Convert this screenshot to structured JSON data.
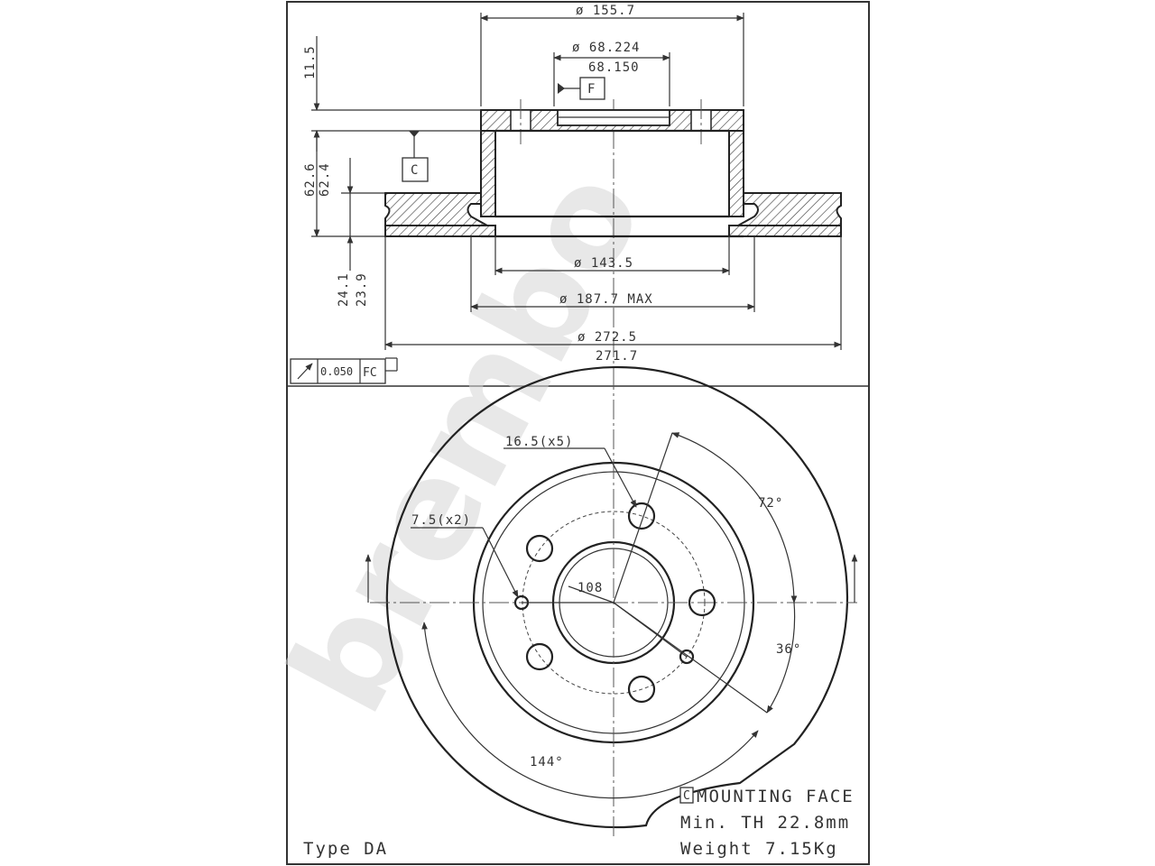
{
  "watermark": "brembo",
  "type_label": "Type DA",
  "dimensions": {
    "d_outer_hub": "ø 155.7",
    "d_center_max": "ø 68.224",
    "d_center_min": "68.150",
    "height_top": "11.5",
    "height_total_a": "62.6",
    "height_total_b": "62.4",
    "thickness_a": "24.1",
    "thickness_b": "23.9",
    "d_inner": "ø 143.5",
    "d_max": "ø 187.7 MAX",
    "d_disc_a": "ø 272.5",
    "d_disc_b": "271.7",
    "hole_bolts": "16.5(x5)",
    "hole_small": "7.5(x2)",
    "pcd": "108",
    "angle_72": "72°",
    "angle_36": "36°",
    "angle_144": "144°"
  },
  "datums": {
    "f": "F",
    "c": "C"
  },
  "tolerance": {
    "symbol": "runout",
    "value": "0.050",
    "ref": "FC"
  },
  "notes": {
    "c_box": "C",
    "mounting_face": "MOUNTING FACE",
    "min_th": "Min. TH 22.8mm",
    "weight": "Weight  7.15Kg"
  }
}
